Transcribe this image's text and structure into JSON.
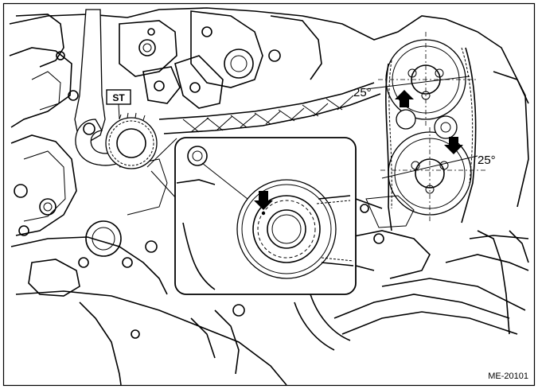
{
  "figure": {
    "labels": {
      "special_tool": "ST",
      "angle_upper": "25°",
      "angle_lower": "25°",
      "figure_code": "ME-20101"
    },
    "arrows": {
      "upper_cam_arrow": "up",
      "lower_cam_arrow": "down",
      "crank_mark_arrow": "down"
    }
  }
}
